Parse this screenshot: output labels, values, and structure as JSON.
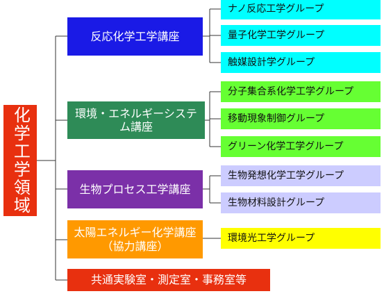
{
  "root": {
    "label": "化学工学領域",
    "color": "#e8300f"
  },
  "departments": [
    {
      "label": "反応化学工学講座",
      "color": "#1a1ae6"
    },
    {
      "label": "環境・エネルギーシステム講座",
      "color": "#2e8b57"
    },
    {
      "label": "生物プロセス工学講座",
      "color": "#7b30a8"
    },
    {
      "label": "太陽エネルギー化学講座（協力講座）",
      "color": "#ff9900"
    },
    {
      "label": "共通実験室・測定室・事務室等",
      "color": "#e8300f"
    }
  ],
  "groups": [
    {
      "label": "ナノ反応工学グループ",
      "color": "#00ffff"
    },
    {
      "label": "量子化学工学グループ",
      "color": "#00ffff"
    },
    {
      "label": "触媒設計学グループ",
      "color": "#00ffff"
    },
    {
      "label": "分子集合系化学工学グループ",
      "color": "#66ff33"
    },
    {
      "label": "移動現象制御グループ",
      "color": "#66ff33"
    },
    {
      "label": "グリーン化学工学グループ",
      "color": "#66ff33"
    },
    {
      "label": "生物発想化学工学グループ",
      "color": "#ccccff"
    },
    {
      "label": "生物材料設計グループ",
      "color": "#ccccff"
    },
    {
      "label": "環境光工学グループ",
      "color": "#ffff00"
    }
  ]
}
